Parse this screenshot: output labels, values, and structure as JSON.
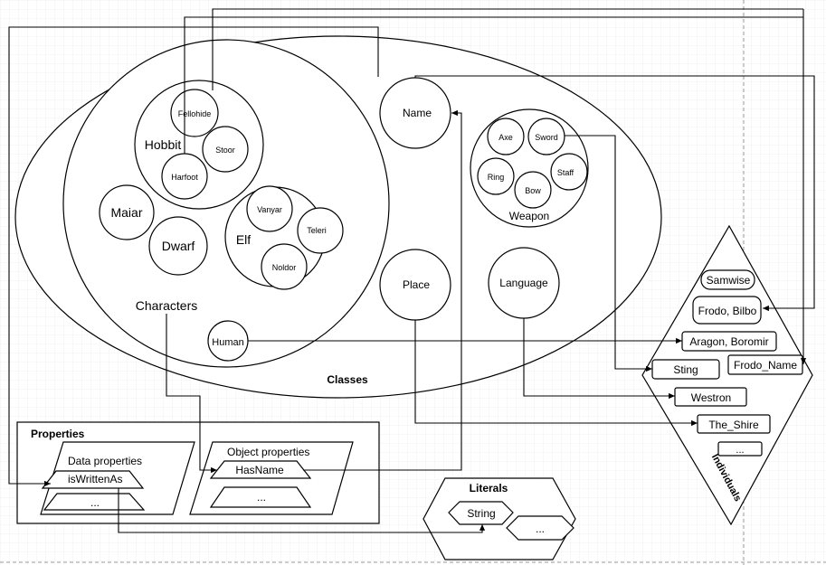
{
  "labels": {
    "classes": "Classes",
    "characters": "Characters",
    "hobbit": "Hobbit",
    "fellohide": "Fellohide",
    "stoor": "Stoor",
    "harfoot": "Harfoot",
    "maiar": "Maiar",
    "dwarf": "Dwarf",
    "elf": "Elf",
    "vanyar": "Vanyar",
    "teleri": "Teleri",
    "noldor": "Noldor",
    "human": "Human",
    "name": "Name",
    "place": "Place",
    "language": "Language",
    "weapon": "Weapon",
    "axe": "Axe",
    "sword": "Sword",
    "ring": "Ring",
    "staff": "Staff",
    "bow": "Bow",
    "individuals": "Individuals",
    "samwise": "Samwise",
    "frodo_bilbo": "Frodo, Bilbo",
    "aragon_boromir": "Aragon, Boromir",
    "sting": "Sting",
    "frodo_name": "Frodo_Name",
    "westron": "Westron",
    "the_shire": "The_Shire",
    "ind_more": "...",
    "properties": "Properties",
    "data_properties": "Data properties",
    "is_written_as": "isWrittenAs",
    "data_more": "...",
    "object_properties": "Object properties",
    "has_name": "HasName",
    "object_more": "...",
    "literals": "Literals",
    "string": "String",
    "literal_more": "..."
  }
}
